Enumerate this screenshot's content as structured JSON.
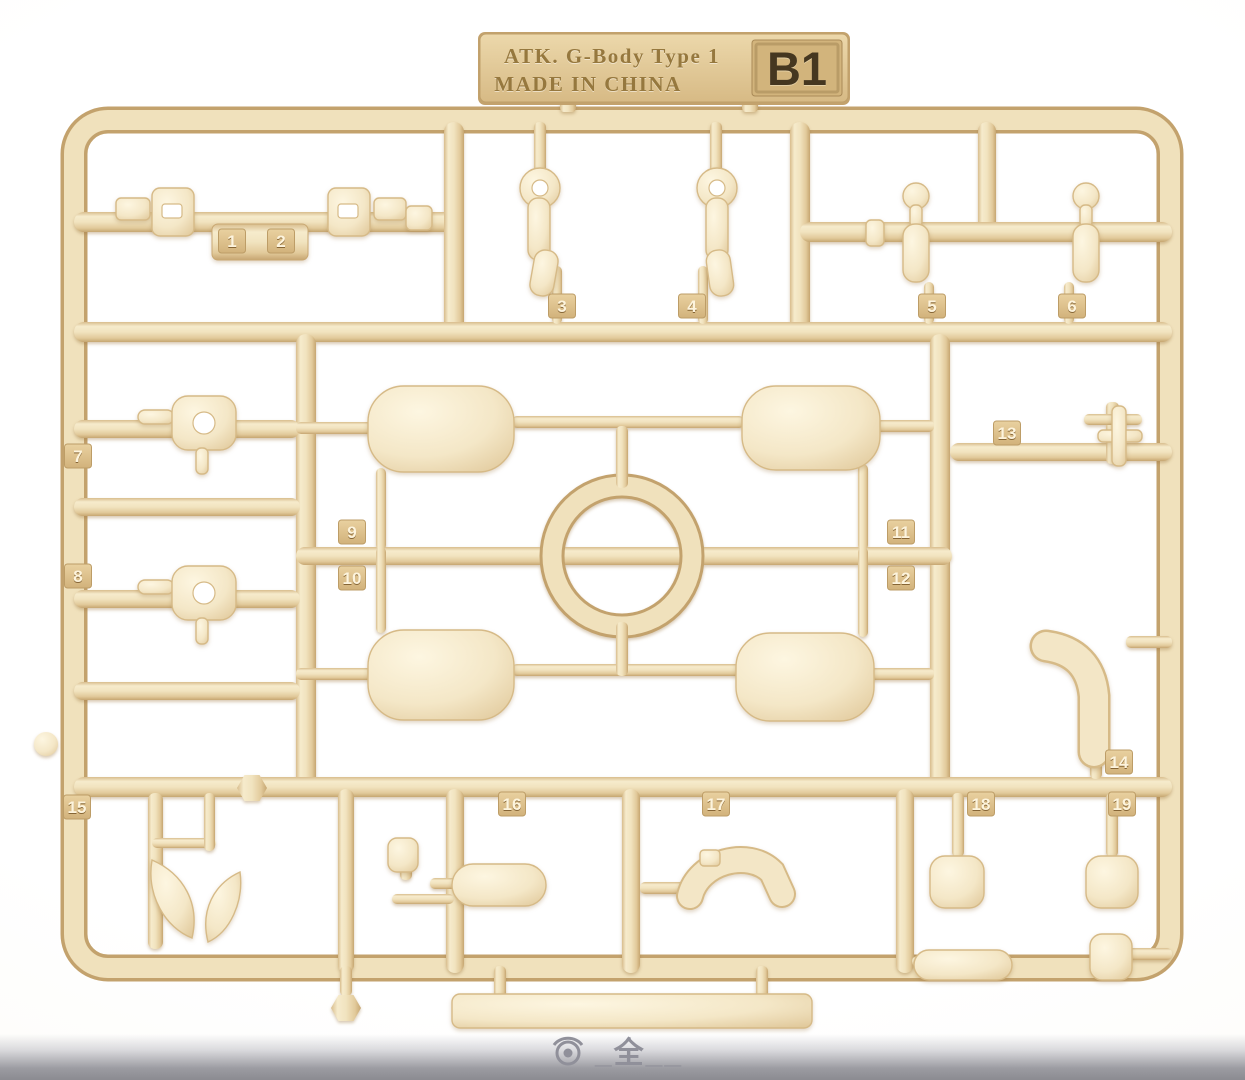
{
  "runner_plate": {
    "title_line1": "ATK. G-Body Type 1",
    "title_line2": "MADE IN CHINA",
    "runner_code": "B1"
  },
  "gate_numbers": [
    "1",
    "2",
    "3",
    "4",
    "5",
    "6",
    "7",
    "8",
    "9",
    "10",
    "11",
    "12",
    "13",
    "14",
    "15",
    "16",
    "17",
    "18",
    "19"
  ],
  "watermark": {
    "text": "_全__"
  },
  "colors": {
    "plastic_base": "#f0e1bc",
    "plastic_shadow": "#c3a26d",
    "plastic_highlight": "#f8efd6",
    "background": "#ffffff",
    "floor_edge": "#8b8b91"
  }
}
